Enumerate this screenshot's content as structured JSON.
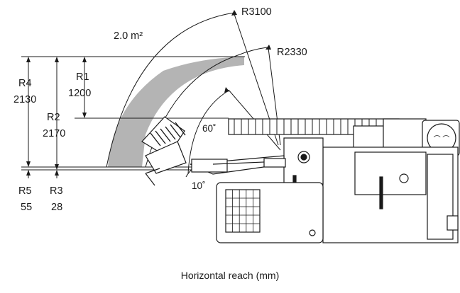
{
  "labels": {
    "area": "2.0 m²",
    "r_outer": "R3100",
    "r_mid": "R2330",
    "r4_name": "R4",
    "r4_value": "2130",
    "r1_name": "R1",
    "r1_value": "1200",
    "r2_name": "R2",
    "r2_value": "2170",
    "r5_name": "R5",
    "r5_value": "55",
    "r3_name": "R3",
    "r3_value": "28",
    "angle_top": "60˚",
    "angle_bottom": "10˚"
  },
  "caption": "Horizontal reach (mm)",
  "colors": {
    "ink": "#1a1a1a",
    "coverage": "#b4b4b4",
    "background": "#ffffff"
  }
}
